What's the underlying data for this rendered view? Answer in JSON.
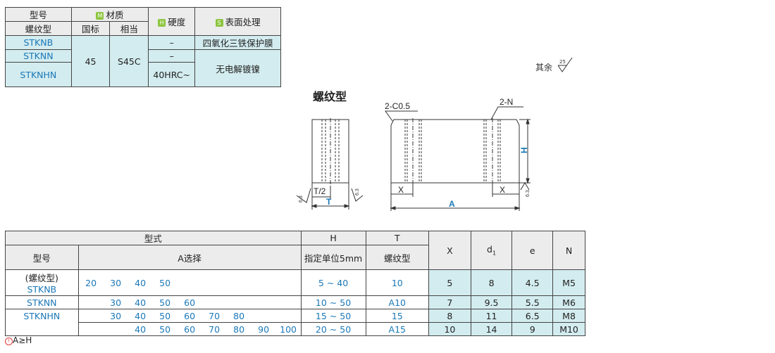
{
  "material_table": {
    "header": {
      "model": "型号",
      "material_badge": "M",
      "material": "材质",
      "hardness_badge": "H",
      "hardness": "硬度",
      "surface_badge": "S",
      "surface": "表面处理",
      "thread_type": "螺纹型",
      "national_std": "国标",
      "equivalent": "相当"
    },
    "rows": [
      {
        "model": "STKNB",
        "hardness": "–",
        "surface": "四氧化三铁保护膜"
      },
      {
        "model": "STKNN",
        "hardness": "–",
        "surface": "无电解镀镍"
      },
      {
        "model": "STKNHN",
        "hardness": "40HRC~",
        "surface": "无电解镀镍"
      }
    ],
    "national_std_value": "45",
    "equivalent_value": "S45C"
  },
  "surface_note": {
    "text": "其余",
    "roughness": "25"
  },
  "drawing": {
    "title": "螺纹型",
    "chamfer": "2-C0.5",
    "holes": "2-N",
    "label_t_half": "T/2",
    "label_t": "T",
    "label_h": "H",
    "label_x": "X",
    "label_a": "A",
    "roughness_side": "6.3"
  },
  "main_table": {
    "header": {
      "type_group": "型式",
      "model": "型号",
      "a_select": "A选择",
      "h_title": "H",
      "h_sub": "指定单位5mm",
      "t_title": "T",
      "t_sub": "螺纹型",
      "x": "X",
      "d1": "d",
      "d1_sub": "1",
      "e": "e",
      "n": "N"
    },
    "models": {
      "group_label": "(螺纹型)",
      "stknb": "STKNB",
      "stknn": "STKNN",
      "stknhn": "STKNHN"
    },
    "rows": [
      {
        "a": [
          "20",
          "30",
          "40",
          "50",
          "",
          "",
          "",
          "",
          ""
        ],
        "h": "5 ~ 40",
        "t": "10",
        "x": "5",
        "d1": "8",
        "e": "4.5",
        "n": "M5"
      },
      {
        "a": [
          "",
          "30",
          "40",
          "50",
          "60",
          "",
          "",
          "",
          ""
        ],
        "h": "10 ~ 50",
        "t": "A10",
        "x": "7",
        "d1": "9.5",
        "e": "5.5",
        "n": "M6"
      },
      {
        "a": [
          "",
          "30",
          "40",
          "50",
          "60",
          "70",
          "80",
          "",
          ""
        ],
        "h": "15 ~ 50",
        "t": "15",
        "x": "8",
        "d1": "11",
        "e": "6.5",
        "n": "M8"
      },
      {
        "a": [
          "",
          "",
          "40",
          "50",
          "60",
          "70",
          "80",
          "90",
          "100"
        ],
        "h": "20 ~ 50",
        "t": "A15",
        "x": "10",
        "d1": "14",
        "e": "9",
        "n": "M10"
      }
    ]
  },
  "footnote": {
    "icon": "!",
    "text": "A≥H"
  },
  "colors": {
    "accent_text": "#1a78b8",
    "cell_highlight": "#d3ecef",
    "badge_green": "#8cc63f"
  }
}
